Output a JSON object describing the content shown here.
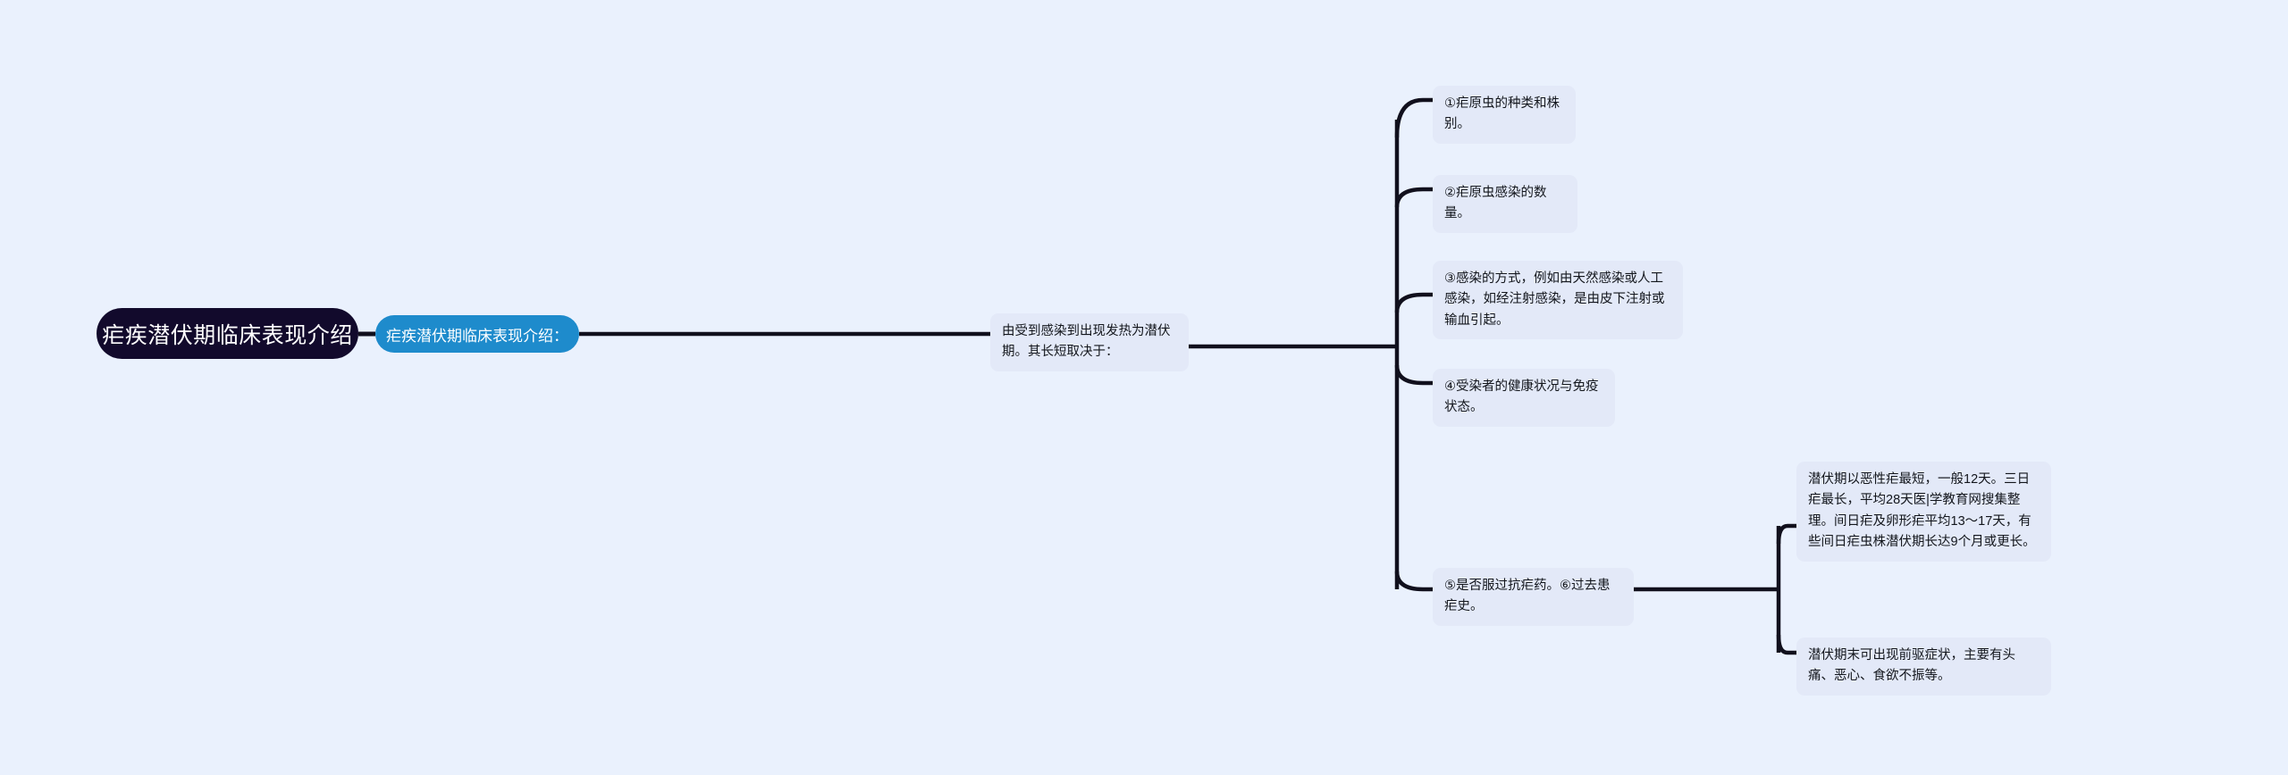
{
  "page": {
    "background_color": "#eaf1fd",
    "title": "疟疾潜伏期临床表现介绍"
  },
  "theme": {
    "root_fill": "#120a2c",
    "root_text": "#ffffff",
    "topic_fill": "#1e8bcc",
    "topic_text": "#ffffff",
    "node_fill": "#e3e9f8",
    "node_text": "#13161c",
    "connector": "#11101d"
  },
  "mindmap": {
    "root": {
      "label": "疟疾潜伏期临床表现介绍"
    },
    "topic": {
      "label": "疟疾潜伏期临床表现介绍："
    },
    "description": {
      "label": "由受到感染到出现发热为潜伏期。其长短取决于："
    },
    "factors": [
      {
        "label": "①疟原虫的种类和株别。"
      },
      {
        "label": "②疟原虫感染的数量。"
      },
      {
        "label": "③感染的方式，例如由天然感染或人工感染，如经注射感染，是由皮下注射或输血引起。"
      },
      {
        "label": "④受染者的健康状况与免疫状态。"
      },
      {
        "label": "⑤是否服过抗疟药。⑥过去患疟史。"
      }
    ],
    "factor5_children": [
      {
        "label": "潜伏期以恶性疟最短，一般12天。三日疟最长，平均28天医|学教育网搜集整理。间日疟及卵形疟平均13～17天，有些间日疟虫株潜伏期长达9个月或更长。"
      },
      {
        "label": "潜伏期末可出现前驱症状，主要有头痛、恶心、食欲不振等。"
      }
    ]
  }
}
